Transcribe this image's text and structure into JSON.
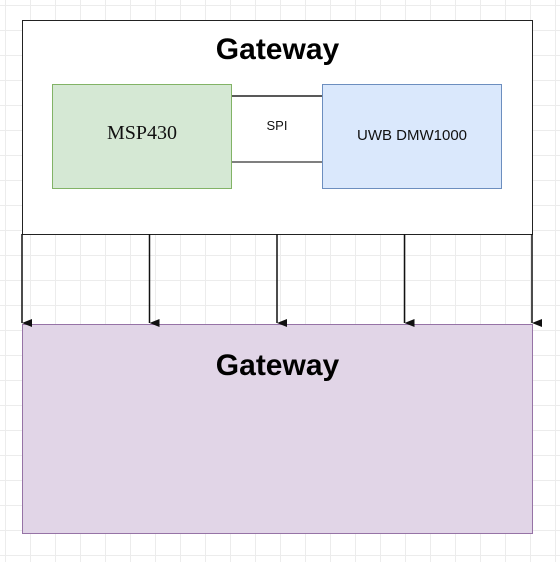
{
  "top_block": {
    "title": "Gateway",
    "left_module": "MSP430",
    "right_module": "UWB DMW1000",
    "link_label": "SPI"
  },
  "bottom_block": {
    "title": "Gateway"
  },
  "colors": {
    "top_fill": "#ffffff",
    "msp_fill": "#d5e8d4",
    "msp_border": "#82b366",
    "uwb_fill": "#dae8fc",
    "uwb_border": "#6c8ebf",
    "bottom_fill": "#e1d5e7",
    "bottom_border": "#9673a6",
    "line": "#222222"
  },
  "arrow_count": 5
}
